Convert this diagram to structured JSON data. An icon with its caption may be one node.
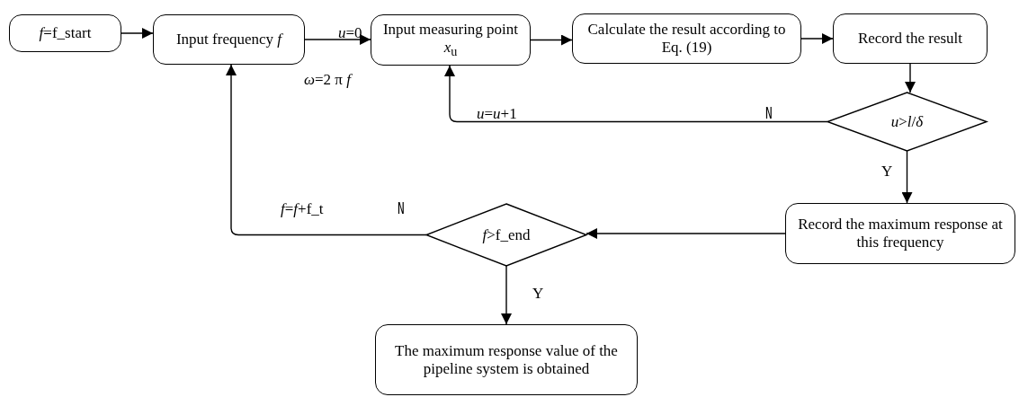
{
  "diagram": {
    "nodes": [
      {
        "text": [
          "*f*=f_start"
        ]
      },
      {
        "text": [
          "Input frequency *f*"
        ]
      },
      {
        "text": [
          "Input measuring point *x*$_{u}$"
        ]
      },
      {
        "text": [
          "Calculate the result according to Eq. (19)"
        ]
      },
      {
        "text": [
          "Record the result"
        ]
      },
      {
        "text": [
          "*u*>*l*/*δ*"
        ]
      },
      {
        "text": [
          "Record the maximum response at this frequency"
        ]
      },
      {
        "text": [
          "*f*>f_end"
        ]
      },
      {
        "text": [
          "The maximum response value of the pipeline system is obtained"
        ]
      }
    ],
    "edges": [
      {
        "from": 0,
        "to": 1,
        "arrow": "to"
      },
      {
        "from": 1,
        "to": 2,
        "arrow": "to",
        "label": "*u*=0"
      },
      {
        "from": 2,
        "to": 3,
        "arrow": "to"
      },
      {
        "from": 3,
        "to": 4,
        "arrow": "to"
      },
      {
        "from": 4,
        "to": 5,
        "arrow": "to"
      },
      {
        "from": 5,
        "to": 2,
        "arrow": "to",
        "label": "*u*=*u*+1"
      },
      {
        "from": 5,
        "to": 6,
        "arrow": "to",
        "label": "Y"
      },
      {
        "from": 6,
        "to": 7,
        "arrow": "to"
      },
      {
        "from": 7,
        "to": 1,
        "arrow": "to",
        "label": "*f*=*f*+f_t"
      },
      {
        "from": 7,
        "to": 8,
        "arrow": "to",
        "label": "Y"
      }
    ],
    "labels": [
      "*ω*=2 π *f*",
      "N",
      "N"
    ]
  }
}
